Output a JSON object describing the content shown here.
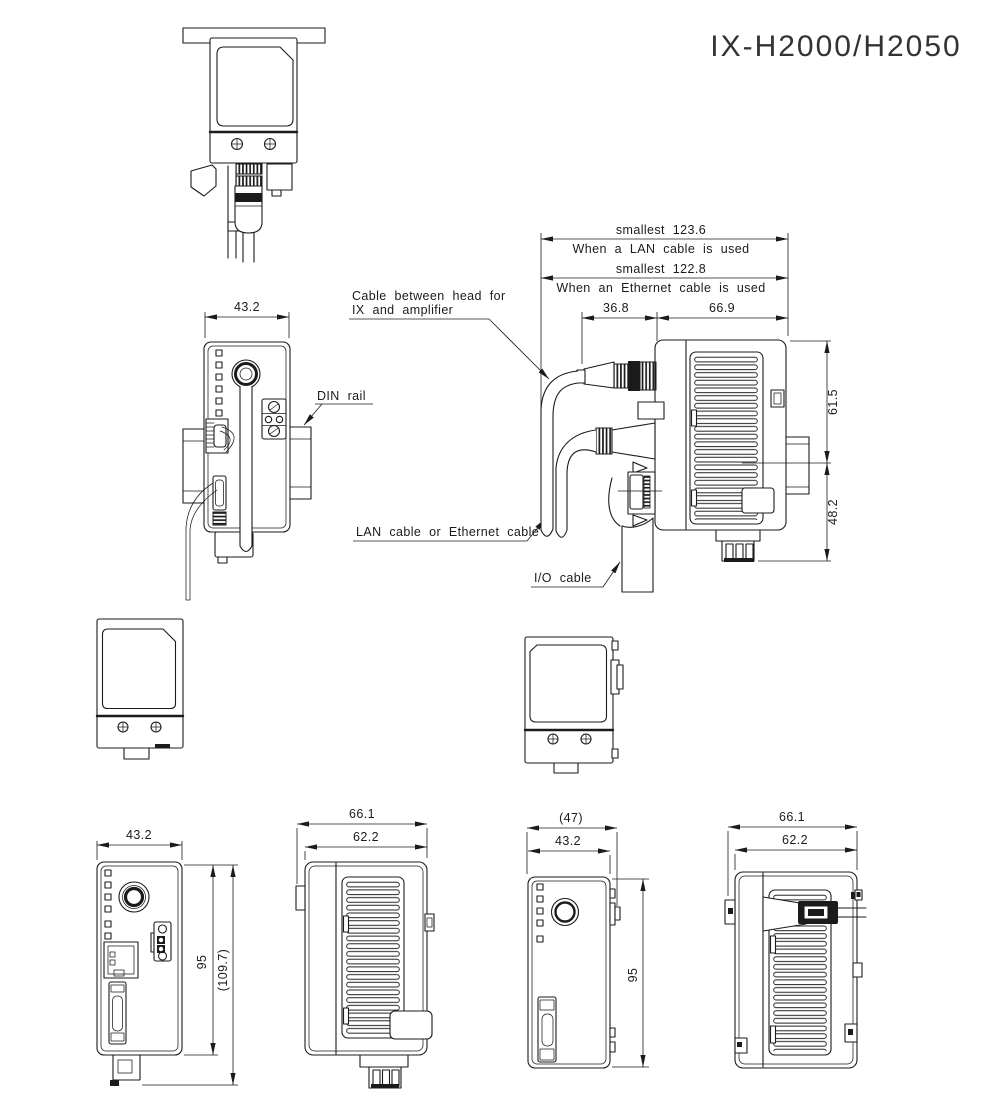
{
  "title": "IX-H2000/H2050",
  "colors": {
    "line": "#1b1b1b",
    "background": "#ffffff"
  },
  "labels": {
    "cable_between_head_1": "Cable between head for",
    "cable_between_head_2": "IX and amplifier",
    "din_rail": "DIN rail",
    "lan_or_ethernet_cable": "LAN cable or Ethernet cable",
    "io_cable": "I/O cable"
  },
  "top_assembly_dims": {
    "smallest_lan": "smallest 123.6",
    "lan_note": "When a LAN cable is used",
    "smallest_ethernet": "smallest 122.8",
    "ethernet_note": "When an Ethernet cable is used",
    "cable_bend_width": "36.8",
    "body_depth": "66.9",
    "upper_height": "61.5",
    "lower_height": "48.2"
  },
  "front_view_dims": {
    "width": "43.2"
  },
  "amp_front_dims": {
    "width": "43.2",
    "height": "95",
    "height_overall": "(109.7)"
  },
  "amp_side_dims": {
    "overall": "66.1",
    "body": "62.2"
  },
  "head_front_dims": {
    "overall": "(47)",
    "width": "43.2",
    "height": "95"
  },
  "head_side_dims": {
    "overall": "66.1",
    "body": "62.2"
  }
}
